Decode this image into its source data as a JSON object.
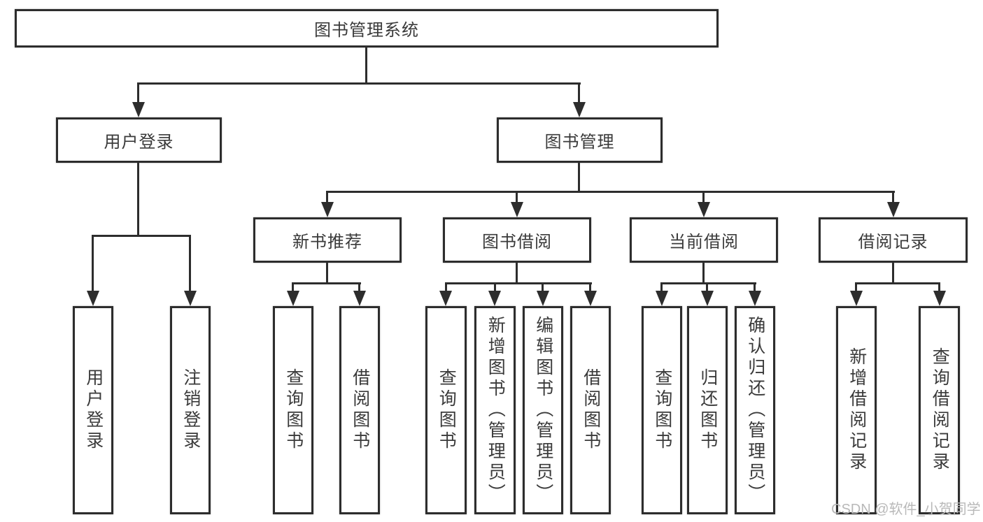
{
  "diagram": {
    "root": "图书管理系统",
    "user_login": {
      "label": "用户登录",
      "children": [
        "用户登录",
        "注销登录"
      ]
    },
    "book_management": {
      "label": "图书管理",
      "sections": {
        "new_book": {
          "label": "新书推荐",
          "children": [
            "查询图书",
            "借阅图书"
          ]
        },
        "borrow": {
          "label": "图书借阅",
          "children": [
            "查询图书",
            "新增图书（管理员）",
            "编辑图书（管理员）",
            "借阅图书"
          ]
        },
        "current": {
          "label": "当前借阅",
          "children": [
            "查询图书",
            "归还图书",
            "确认归还（管理员）"
          ]
        },
        "records": {
          "label": "借阅记录",
          "children": [
            "新增借阅记录",
            "查询借阅记录"
          ]
        }
      }
    }
  },
  "watermark": "CSDN @软件_小贺同学",
  "colors": {
    "line": "#2d2d2d",
    "box_border": "#2d2d2d",
    "text": "#3a3a3a",
    "box_background": "#ffffff",
    "page_background": "#ffffff",
    "watermark": "#b9b9b9"
  }
}
